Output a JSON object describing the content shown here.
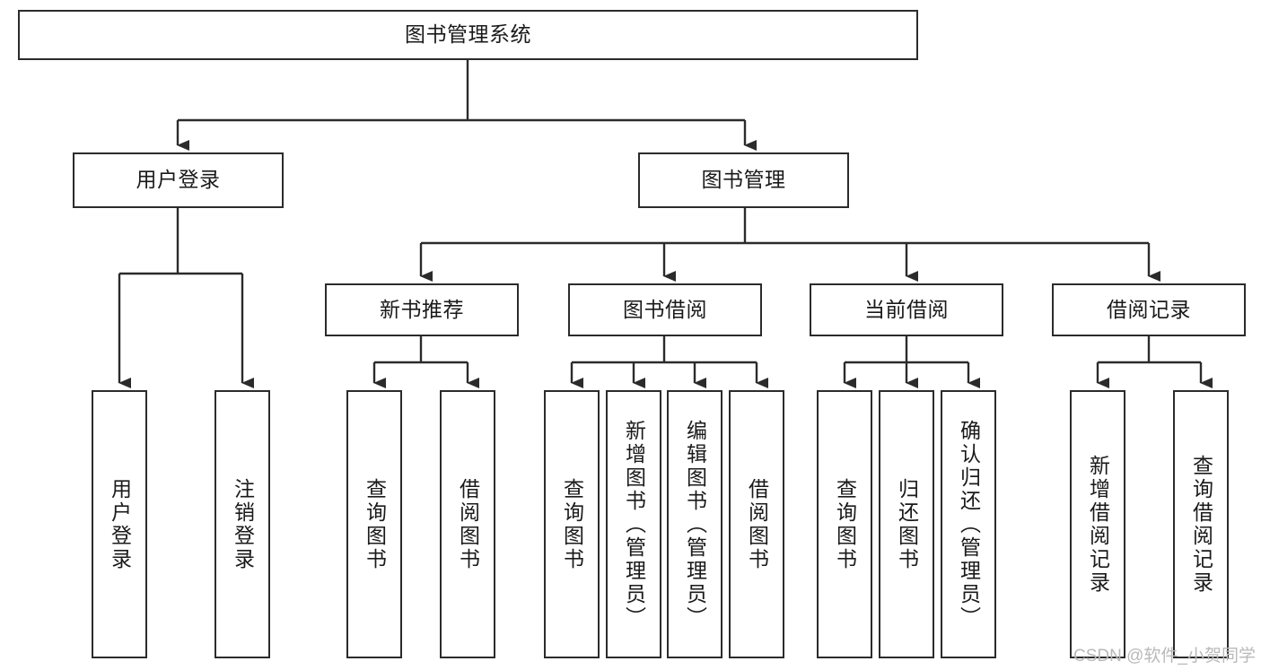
{
  "diagram": {
    "type": "hierarchy-tree",
    "title": "图书管理系统",
    "watermark": "CSDN @软件_小贺同学",
    "colors": {
      "box_border": "#2b2b2b",
      "box_fill": "#ffffff",
      "text": "#1a1a1a",
      "connector": "#2b2b2b",
      "watermark": "#b9b9b9",
      "background": "#ffffff"
    },
    "levels": {
      "root": "图书管理系统",
      "level2": [
        "用户登录",
        "图书管理"
      ],
      "level3": [
        "新书推荐",
        "图书借阅",
        "当前借阅",
        "借阅记录"
      ]
    },
    "nodes": {
      "root": {
        "label": "图书管理系统"
      },
      "user_login": {
        "label": "用户登录"
      },
      "book_manage": {
        "label": "图书管理"
      },
      "new_book_rec": {
        "label": "新书推荐"
      },
      "book_borrow": {
        "label": "图书借阅"
      },
      "current_borrow": {
        "label": "当前借阅"
      },
      "borrow_record": {
        "label": "借阅记录"
      },
      "leaf_user_login": {
        "label": "用户登录"
      },
      "leaf_logout": {
        "label": "注销登录"
      },
      "leaf_query_book_1": {
        "label": "查询图书"
      },
      "leaf_borrow_book_1": {
        "label": "借阅图书"
      },
      "leaf_query_book_2": {
        "label": "查询图书"
      },
      "leaf_add_book": {
        "label": "新增图书（管理员）"
      },
      "leaf_edit_book": {
        "label": "编辑图书（管理员）"
      },
      "leaf_borrow_book_2": {
        "label": "借阅图书"
      },
      "leaf_query_book_3": {
        "label": "查询图书"
      },
      "leaf_return_book": {
        "label": "归还图书"
      },
      "leaf_confirm_return": {
        "label": "确认归还（管理员）"
      },
      "leaf_add_record": {
        "label": "新增借阅记录"
      },
      "leaf_query_record": {
        "label": "查询借阅记录"
      }
    },
    "edges": [
      {
        "from": "root",
        "to": "user_login"
      },
      {
        "from": "root",
        "to": "book_manage"
      },
      {
        "from": "user_login",
        "to": "leaf_user_login"
      },
      {
        "from": "user_login",
        "to": "leaf_logout"
      },
      {
        "from": "book_manage",
        "to": "new_book_rec"
      },
      {
        "from": "book_manage",
        "to": "book_borrow"
      },
      {
        "from": "book_manage",
        "to": "current_borrow"
      },
      {
        "from": "book_manage",
        "to": "borrow_record"
      },
      {
        "from": "new_book_rec",
        "to": "leaf_query_book_1"
      },
      {
        "from": "new_book_rec",
        "to": "leaf_borrow_book_1"
      },
      {
        "from": "book_borrow",
        "to": "leaf_query_book_2"
      },
      {
        "from": "book_borrow",
        "to": "leaf_add_book"
      },
      {
        "from": "book_borrow",
        "to": "leaf_edit_book"
      },
      {
        "from": "book_borrow",
        "to": "leaf_borrow_book_2"
      },
      {
        "from": "current_borrow",
        "to": "leaf_query_book_3"
      },
      {
        "from": "current_borrow",
        "to": "leaf_return_book"
      },
      {
        "from": "current_borrow",
        "to": "leaf_confirm_return"
      },
      {
        "from": "borrow_record",
        "to": "leaf_add_record"
      },
      {
        "from": "borrow_record",
        "to": "leaf_query_record"
      }
    ]
  }
}
